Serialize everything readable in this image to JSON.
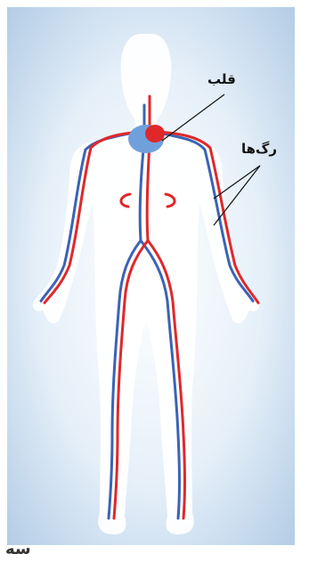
{
  "labels": {
    "heart": "قلب",
    "vessels": "رگ‌ها",
    "corner_mark": "سه"
  },
  "colors": {
    "panel_light": "#e6f0f9",
    "panel_mid": "#b4cde6",
    "body_fill": "#ffffff",
    "artery": "#e0282b",
    "vein": "#3b63b5",
    "heart": "#6fa0dc"
  }
}
